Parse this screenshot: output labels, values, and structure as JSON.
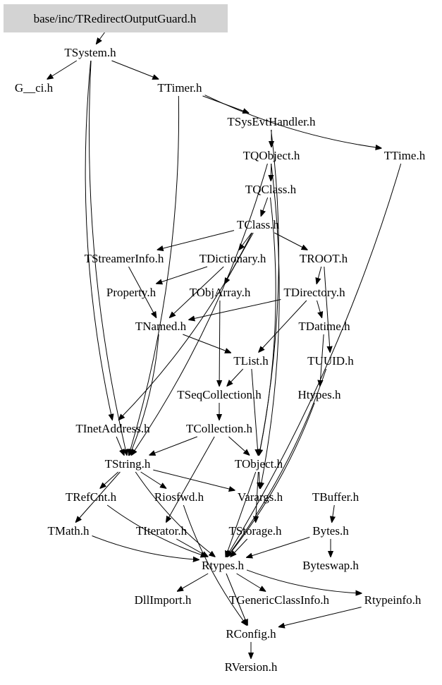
{
  "graph": {
    "title": "base/inc/TRedirectOutputGuard.h",
    "root_fill": "#d3d3d3",
    "nodes": [
      {
        "id": "root",
        "label": "base/inc/TRedirectOutputGuard.h",
        "root": true
      },
      {
        "id": "TSystem",
        "label": "TSystem.h"
      },
      {
        "id": "G__ci",
        "label": "G__ci.h"
      },
      {
        "id": "TTimer",
        "label": "TTimer.h"
      },
      {
        "id": "TSysEvtHandler",
        "label": "TSysEvtHandler.h"
      },
      {
        "id": "TTime",
        "label": "TTime.h"
      },
      {
        "id": "TQObject",
        "label": "TQObject.h"
      },
      {
        "id": "TQClass",
        "label": "TQClass.h"
      },
      {
        "id": "TClass",
        "label": "TClass.h"
      },
      {
        "id": "TStreamerInfo",
        "label": "TStreamerInfo.h"
      },
      {
        "id": "TDictionary",
        "label": "TDictionary.h"
      },
      {
        "id": "TROOT",
        "label": "TROOT.h"
      },
      {
        "id": "Property",
        "label": "Property.h"
      },
      {
        "id": "TObjArray",
        "label": "TObjArray.h"
      },
      {
        "id": "TDirectory",
        "label": "TDirectory.h"
      },
      {
        "id": "TNamed",
        "label": "TNamed.h"
      },
      {
        "id": "TDatime",
        "label": "TDatime.h"
      },
      {
        "id": "TList",
        "label": "TList.h"
      },
      {
        "id": "TUUID",
        "label": "TUUID.h"
      },
      {
        "id": "TSeqCollection",
        "label": "TSeqCollection.h"
      },
      {
        "id": "Htypes",
        "label": "Htypes.h"
      },
      {
        "id": "TInetAddress",
        "label": "TInetAddress.h"
      },
      {
        "id": "TCollection",
        "label": "TCollection.h"
      },
      {
        "id": "TString",
        "label": "TString.h"
      },
      {
        "id": "TObject",
        "label": "TObject.h"
      },
      {
        "id": "TRefCnt",
        "label": "TRefCnt.h"
      },
      {
        "id": "Riosfwd",
        "label": "Riosfwd.h"
      },
      {
        "id": "Varargs",
        "label": "Varargs.h"
      },
      {
        "id": "TBuffer",
        "label": "TBuffer.h"
      },
      {
        "id": "TMath",
        "label": "TMath.h"
      },
      {
        "id": "TIterator",
        "label": "TIterator.h"
      },
      {
        "id": "TStorage",
        "label": "TStorage.h"
      },
      {
        "id": "Bytes",
        "label": "Bytes.h"
      },
      {
        "id": "Rtypes",
        "label": "Rtypes.h"
      },
      {
        "id": "Byteswap",
        "label": "Byteswap.h"
      },
      {
        "id": "DllImport",
        "label": "DllImport.h"
      },
      {
        "id": "TGenericClassInfo",
        "label": "TGenericClassInfo.h"
      },
      {
        "id": "Rtypeinfo",
        "label": "Rtypeinfo.h"
      },
      {
        "id": "RConfig",
        "label": "RConfig.h"
      },
      {
        "id": "RVersion",
        "label": "RVersion.h"
      }
    ],
    "edges": [
      [
        "root",
        "TSystem"
      ],
      [
        "TSystem",
        "G__ci"
      ],
      [
        "TSystem",
        "TTimer"
      ],
      [
        "TSystem",
        "TInetAddress"
      ],
      [
        "TSystem",
        "TString"
      ],
      [
        "TTimer",
        "TSysEvtHandler"
      ],
      [
        "TTimer",
        "TTime"
      ],
      [
        "TTimer",
        "TString"
      ],
      [
        "TSysEvtHandler",
        "TQObject"
      ],
      [
        "TSysEvtHandler",
        "TObject"
      ],
      [
        "TQObject",
        "TQClass"
      ],
      [
        "TQObject",
        "TString"
      ],
      [
        "TQObject",
        "Varargs"
      ],
      [
        "TQClass",
        "TClass"
      ],
      [
        "TQClass",
        "TObject"
      ],
      [
        "TClass",
        "TStreamerInfo"
      ],
      [
        "TClass",
        "TDictionary"
      ],
      [
        "TClass",
        "TROOT"
      ],
      [
        "TClass",
        "TObjArray"
      ],
      [
        "TClass",
        "TInetAddress"
      ],
      [
        "TStreamerInfo",
        "TNamed"
      ],
      [
        "TDictionary",
        "TNamed"
      ],
      [
        "TDictionary",
        "Property"
      ],
      [
        "TROOT",
        "TDirectory"
      ],
      [
        "TROOT",
        "TUUID"
      ],
      [
        "TObjArray",
        "TSeqCollection"
      ],
      [
        "TDirectory",
        "TNamed"
      ],
      [
        "TDirectory",
        "TList"
      ],
      [
        "TDirectory",
        "TDatime"
      ],
      [
        "TNamed",
        "TList"
      ],
      [
        "TNamed",
        "TString"
      ],
      [
        "TList",
        "TSeqCollection"
      ],
      [
        "TList",
        "TObject"
      ],
      [
        "TDatime",
        "Htypes"
      ],
      [
        "TUUID",
        "Rtypes"
      ],
      [
        "TSeqCollection",
        "TCollection"
      ],
      [
        "Htypes",
        "Rtypes"
      ],
      [
        "TInetAddress",
        "TString"
      ],
      [
        "TCollection",
        "TString"
      ],
      [
        "TCollection",
        "TObject"
      ],
      [
        "TCollection",
        "TIterator"
      ],
      [
        "TString",
        "TRefCnt"
      ],
      [
        "TString",
        "Riosfwd"
      ],
      [
        "TString",
        "Varargs"
      ],
      [
        "TString",
        "TMath"
      ],
      [
        "TString",
        "Rtypes"
      ],
      [
        "TObject",
        "Varargs"
      ],
      [
        "TObject",
        "TStorage"
      ],
      [
        "TObject",
        "Rtypes"
      ],
      [
        "TBuffer",
        "Bytes"
      ],
      [
        "TTime",
        "Rtypes"
      ],
      [
        "TRefCnt",
        "Rtypes"
      ],
      [
        "Riosfwd",
        "RConfig"
      ],
      [
        "TMath",
        "Rtypes"
      ],
      [
        "TIterator",
        "Rtypes"
      ],
      [
        "TStorage",
        "Rtypes"
      ],
      [
        "Bytes",
        "Byteswap"
      ],
      [
        "Bytes",
        "Rtypes"
      ],
      [
        "Rtypes",
        "DllImport"
      ],
      [
        "Rtypes",
        "TGenericClassInfo"
      ],
      [
        "Rtypes",
        "Rtypeinfo"
      ],
      [
        "Rtypes",
        "RConfig"
      ],
      [
        "Rtypeinfo",
        "RConfig"
      ],
      [
        "RConfig",
        "RVersion"
      ]
    ]
  }
}
